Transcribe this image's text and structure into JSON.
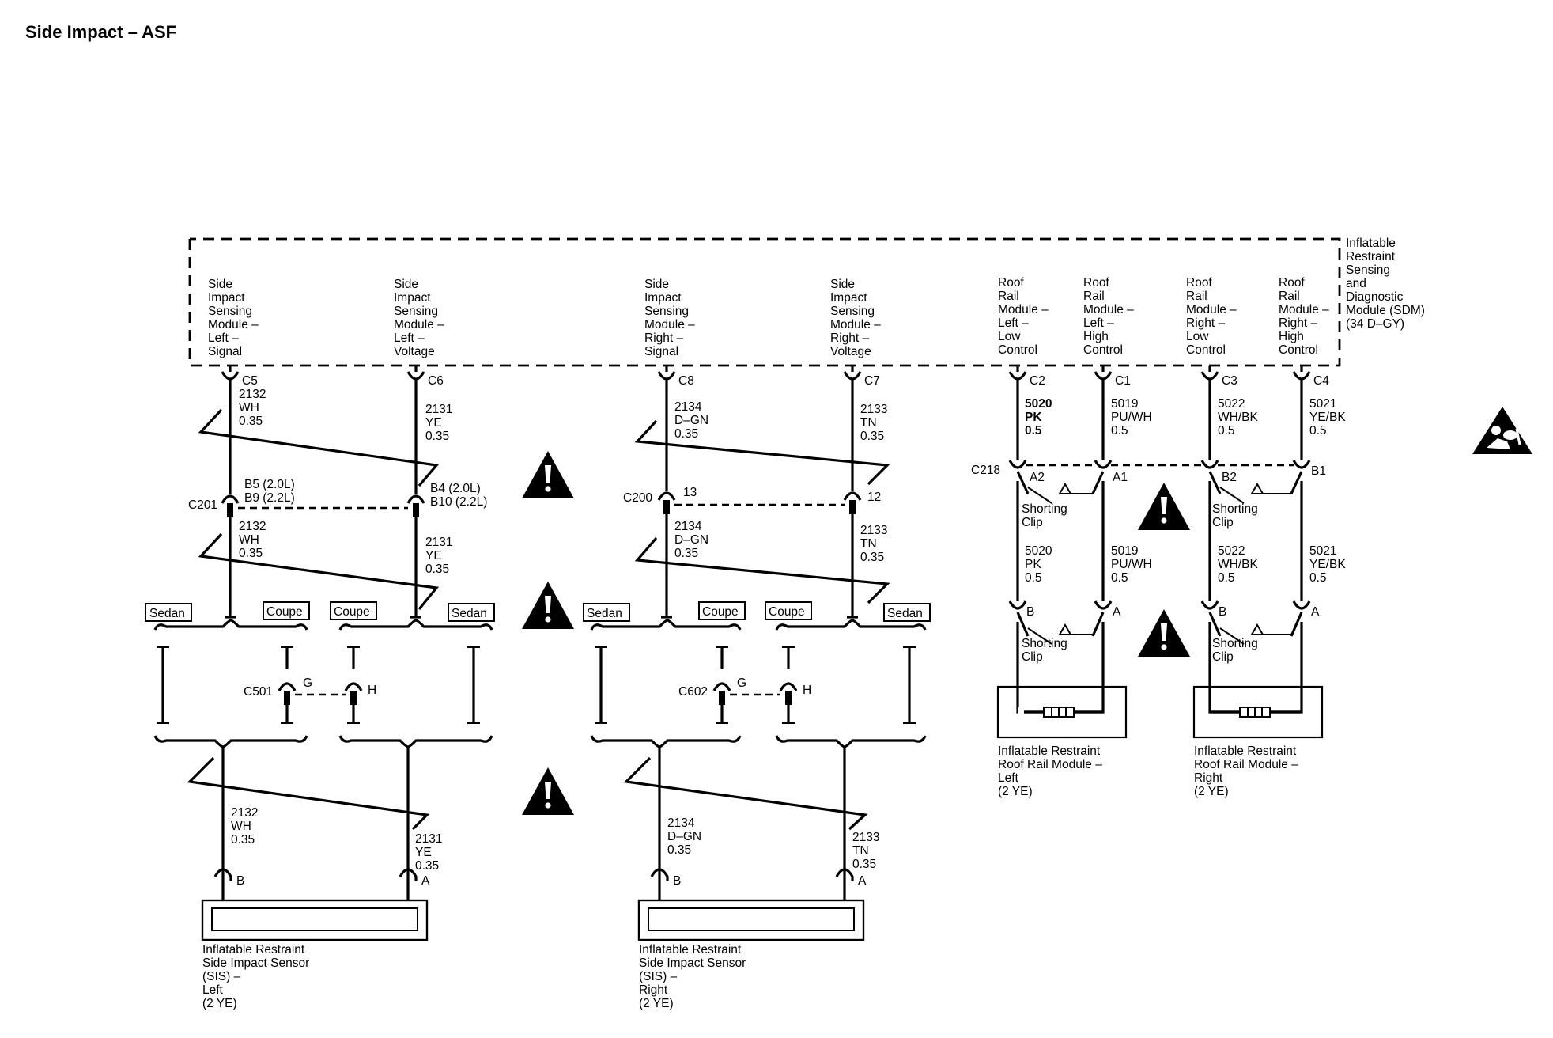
{
  "title": "Side Impact – ASF",
  "sdm": {
    "label": [
      "Inflatable",
      "Restraint",
      "Sensing",
      "and",
      "Diagnostic",
      "Module (SDM)",
      "(34 D–GY)"
    ],
    "pins": [
      {
        "id": "sis-left-signal",
        "label": [
          "Side",
          "Impact",
          "Sensing",
          "Module –",
          "Left –",
          "Signal"
        ],
        "cavity": "C5"
      },
      {
        "id": "sis-left-voltage",
        "label": [
          "Side",
          "Impact",
          "Sensing",
          "Module –",
          "Left –",
          "Voltage"
        ],
        "cavity": "C6"
      },
      {
        "id": "sis-right-signal",
        "label": [
          "Side",
          "Impact",
          "Sensing",
          "Module –",
          "Right –",
          "Signal"
        ],
        "cavity": "C8"
      },
      {
        "id": "sis-right-voltage",
        "label": [
          "Side",
          "Impact",
          "Sensing",
          "Module –",
          "Right –",
          "Voltage"
        ],
        "cavity": "C7"
      },
      {
        "id": "roof-left-low",
        "label": [
          "Roof",
          "Rail",
          "Module –",
          "Left –",
          "Low",
          "Control"
        ],
        "cavity": "C2"
      },
      {
        "id": "roof-left-high",
        "label": [
          "Roof",
          "Rail",
          "Module –",
          "Left –",
          "High",
          "Control"
        ],
        "cavity": "C1"
      },
      {
        "id": "roof-right-low",
        "label": [
          "Roof",
          "Rail",
          "Module –",
          "Right –",
          "Low",
          "Control"
        ],
        "cavity": "C3"
      },
      {
        "id": "roof-right-high",
        "label": [
          "Roof",
          "Rail",
          "Module –",
          "Right –",
          "High",
          "Control"
        ],
        "cavity": "C4"
      }
    ]
  },
  "wires": {
    "c5_upper": [
      "2132",
      "WH",
      "0.35"
    ],
    "c6_upper": [
      "2131",
      "YE",
      "0.35"
    ],
    "c8_upper": [
      "2134",
      "D–GN",
      "0.35"
    ],
    "c7_upper": [
      "2133",
      "TN",
      "0.35"
    ],
    "c5_mid": [
      "2132",
      "WH",
      "0.35"
    ],
    "c6_mid": [
      "2131",
      "YE",
      "0.35"
    ],
    "c8_mid": [
      "2134",
      "D–GN",
      "0.35"
    ],
    "c7_mid": [
      "2133",
      "TN",
      "0.35"
    ],
    "left_sig_low": [
      "2132",
      "WH",
      "0.35"
    ],
    "left_volt_low": [
      "2131",
      "YE",
      "0.35"
    ],
    "right_sig_low": [
      "2134",
      "D–GN",
      "0.35"
    ],
    "right_volt_low": [
      "2133",
      "TN",
      "0.35"
    ],
    "c2_upper": [
      "5020",
      "PK",
      "0.5"
    ],
    "c1_upper": [
      "5019",
      "PU/WH",
      "0.5"
    ],
    "c3_upper": [
      "5022",
      "WH/BK",
      "0.5"
    ],
    "c4_upper": [
      "5021",
      "YE/BK",
      "0.5"
    ],
    "c2_lower": [
      "5020",
      "PK",
      "0.5"
    ],
    "c1_lower": [
      "5019",
      "PU/WH",
      "0.5"
    ],
    "c3_lower": [
      "5022",
      "WH/BK",
      "0.5"
    ],
    "c4_lower": [
      "5021",
      "YE/BK",
      "0.5"
    ]
  },
  "connectors": {
    "c201": "C201",
    "c201_pin_left": [
      "B5 (2.0L)",
      "B9 (2.2L)"
    ],
    "c201_pin_right": [
      "B4 (2.0L)",
      "B10 (2.2L)"
    ],
    "c200": "C200",
    "c200_pin_left": "13",
    "c200_pin_right": "12",
    "c218": "C218",
    "c218_pins": [
      "A2",
      "A1",
      "B2",
      "B1"
    ],
    "c501": "C501",
    "c501_pins": [
      "G",
      "H"
    ],
    "c602": "C602",
    "c602_pins": [
      "G",
      "H"
    ],
    "sis_left_pins": [
      "B",
      "A"
    ],
    "sis_right_pins": [
      "B",
      "A"
    ],
    "roof_left_pins": [
      "B",
      "A"
    ],
    "roof_right_pins": [
      "B",
      "A"
    ]
  },
  "variants": {
    "sedan": "Sedan",
    "coupe": "Coupe"
  },
  "shorting_clip": [
    "Shorting",
    "Clip"
  ],
  "components": {
    "sis_left": [
      "Inflatable Restraint",
      "Side Impact Sensor",
      "(SIS) –",
      "Left",
      "(2 YE)"
    ],
    "sis_right": [
      "Inflatable Restraint",
      "Side Impact Sensor",
      "(SIS) –",
      "Right",
      "(2 YE)"
    ],
    "roof_left": [
      "Inflatable Restraint",
      "Roof Rail Module –",
      "Left",
      "(2 YE)"
    ],
    "roof_right": [
      "Inflatable Restraint",
      "Roof Rail Module –",
      "Right",
      "(2 YE)"
    ]
  },
  "icons": {
    "warning": "warning-triangle-icon",
    "airbag": "airbag-system-icon"
  }
}
